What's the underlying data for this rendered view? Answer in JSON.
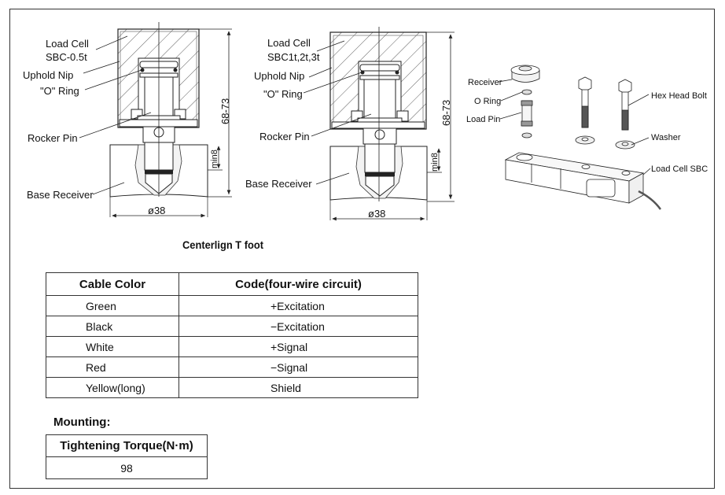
{
  "diagram_left": {
    "labels": {
      "load_cell": "Load Cell",
      "model": "SBC-0.5t",
      "uphold_nip": "Uphold Nip",
      "o_ring": "\"O\" Ring",
      "rocker_pin": "Rocker Pin",
      "base_receiver": "Base Receiver",
      "height_dim": "68-73",
      "depth_dim": "min8",
      "diameter_dim": "ø38"
    }
  },
  "diagram_middle": {
    "labels": {
      "load_cell": "Load Cell",
      "model": "SBC1t,2t,3t",
      "uphold_nip": "Uphold Nip",
      "o_ring": "\"O\" Ring",
      "rocker_pin": "Rocker Pin",
      "base_receiver": "Base Receiver",
      "height_dim": "68-73",
      "depth_dim": "min8",
      "diameter_dim": "ø38"
    }
  },
  "diagram_exploded": {
    "labels": {
      "receiver": "Receiver",
      "o_ring": "O Ring",
      "load_pin": "Load Pin",
      "hex_head_bolt": "Hex Head Bolt",
      "washer": "Washer",
      "load_cell": "Load Cell SBC"
    }
  },
  "caption": "Centerlign T foot",
  "cable_table": {
    "headers": [
      "Cable Color",
      "Code(four-wire circuit)"
    ],
    "rows": [
      [
        "Green",
        "+Excitation"
      ],
      [
        "Black",
        "−Excitation"
      ],
      [
        "White",
        "+Signal"
      ],
      [
        "Red",
        "−Signal"
      ],
      [
        "Yellow(long)",
        "Shield"
      ]
    ]
  },
  "mounting": {
    "title": "Mounting:",
    "header": "Tightening Torque(N·m)",
    "value": "98"
  }
}
